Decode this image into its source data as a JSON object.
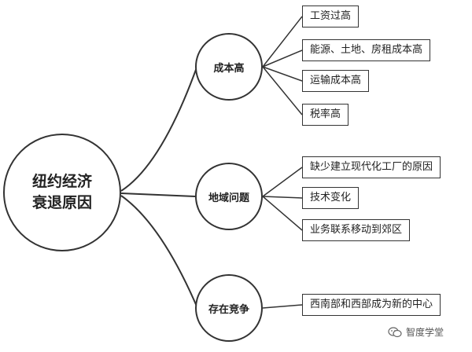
{
  "root": {
    "line1": "纽约经济",
    "line2": "衰退原因"
  },
  "branches": [
    {
      "label": "成本高",
      "items": [
        "工资过高",
        "能源、土地、房租成本高",
        "运输成本高",
        "税率高"
      ]
    },
    {
      "label": "地域问题",
      "items": [
        "缺少建立现代化工厂的原因",
        "技术变化",
        "业务联系移动到郊区"
      ]
    },
    {
      "label": "存在竞争",
      "items": [
        "西南部和西部成为新的中心"
      ]
    }
  ],
  "watermark": {
    "text": "智度学堂",
    "icon": "wechat-icon"
  },
  "colors": {
    "line": "#333333",
    "background": "#ffffff"
  }
}
